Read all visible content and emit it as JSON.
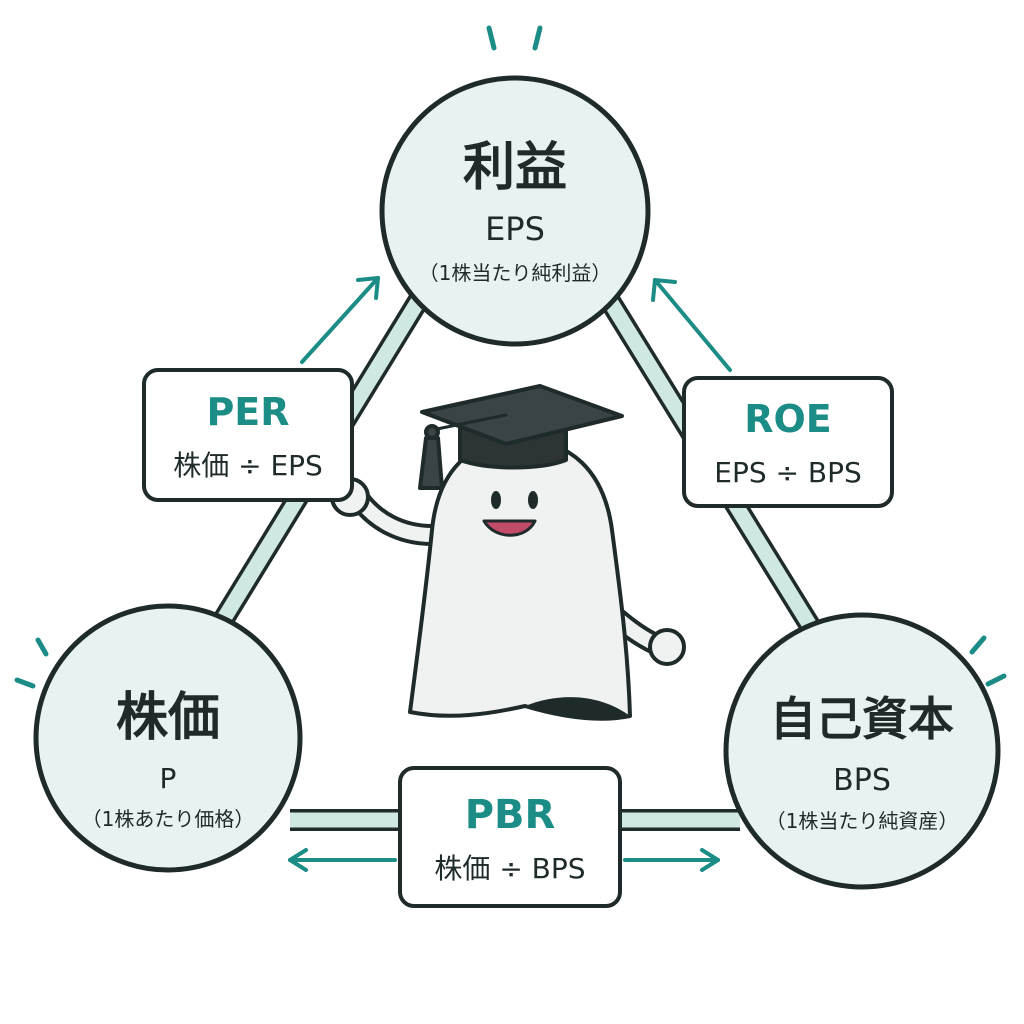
{
  "colors": {
    "accent": "#1c8c86",
    "circle_fill": "#e6f3f0",
    "edge_fill": "#cfe8e3",
    "outline": "#1f2a2a",
    "box_fill": "#ffffff"
  },
  "nodes": {
    "top": {
      "title": "利益",
      "abbr": "EPS",
      "desc": "（1株当たり純利益）"
    },
    "left": {
      "title": "株価",
      "abbr": "P",
      "desc": "（1株あたり価格）"
    },
    "right": {
      "title": "自己資本",
      "abbr": "BPS",
      "desc": "（1株当たり純資産）"
    }
  },
  "ratios": {
    "per": {
      "abbr": "PER",
      "formula": "株価 ÷ EPS"
    },
    "roe": {
      "abbr": "ROE",
      "formula": "EPS ÷ BPS"
    },
    "pbr": {
      "abbr": "PBR",
      "formula": "株価 ÷ BPS"
    }
  },
  "mascot": {
    "icon": "graduate-ghost-icon"
  }
}
